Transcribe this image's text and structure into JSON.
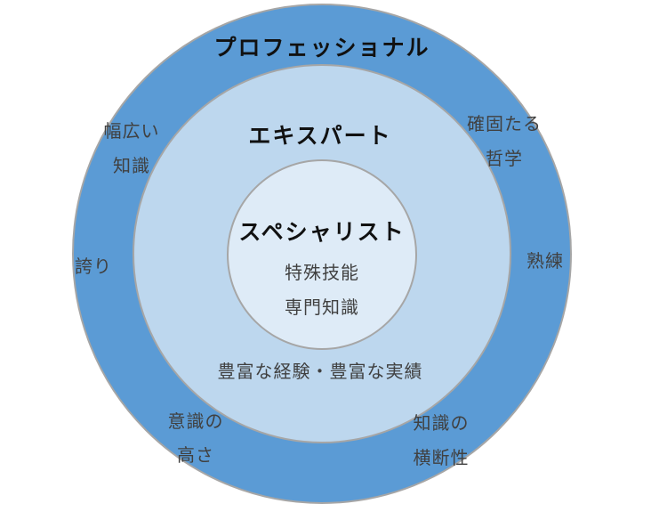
{
  "outer_circle": {
    "title": "プロフェッショナル",
    "attributes": {
      "top_left": [
        "幅広い",
        "知識"
      ],
      "top_right": [
        "確固たる",
        "哲学"
      ],
      "left": [
        "誇り"
      ],
      "right": [
        "熟練"
      ],
      "bottom_left": [
        "意識の",
        "高さ"
      ],
      "bottom_right": [
        "知識の",
        "横断性"
      ]
    }
  },
  "middle_circle": {
    "title": "エキスパート",
    "attribute": "豊富な経験・豊富な実績"
  },
  "inner_circle": {
    "title": "スペシャリスト",
    "attributes": [
      "特殊技能",
      "専門知識"
    ]
  },
  "colors": {
    "outer_fill": "#5b9bd5",
    "middle_fill": "#bdd7ee",
    "inner_fill": "#deebf7",
    "stroke": "#a6a6a6",
    "title_text": "#111111",
    "body_text": "#404040"
  }
}
